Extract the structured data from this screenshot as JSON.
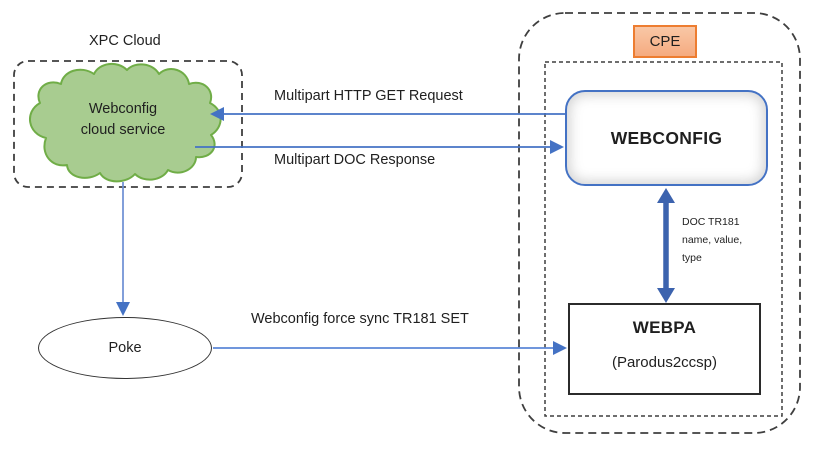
{
  "diagram": {
    "xpc_cloud": {
      "title": "XPC Cloud",
      "cloud_label": "Webconfig cloud service"
    },
    "cpe": {
      "label": "CPE"
    },
    "webconfig": {
      "label": "WEBCONFIG"
    },
    "webpa": {
      "title": "WEBPA",
      "subtitle": "(Parodus2ccsp)"
    },
    "poke": {
      "label": "Poke"
    },
    "arrows": {
      "get_request": "Multipart HTTP GET Request",
      "doc_response": "Multipart DOC Response",
      "force_sync": "Webconfig force sync TR181 SET",
      "doc_tr181": "DOC TR181 name, value, type"
    },
    "colors": {
      "cloud_fill": "#A8CC90",
      "cloud_border": "#70AD47",
      "arrow_blue": "#4472C4",
      "thick_arrow_blue": "#3C63AE",
      "cpe_fill": "#F6B186",
      "cpe_border": "#ED7D31",
      "webconfig_border": "#4472C4",
      "box_border_dark": "#2B2B2B",
      "dashed_border": "#3F3F3F"
    }
  }
}
